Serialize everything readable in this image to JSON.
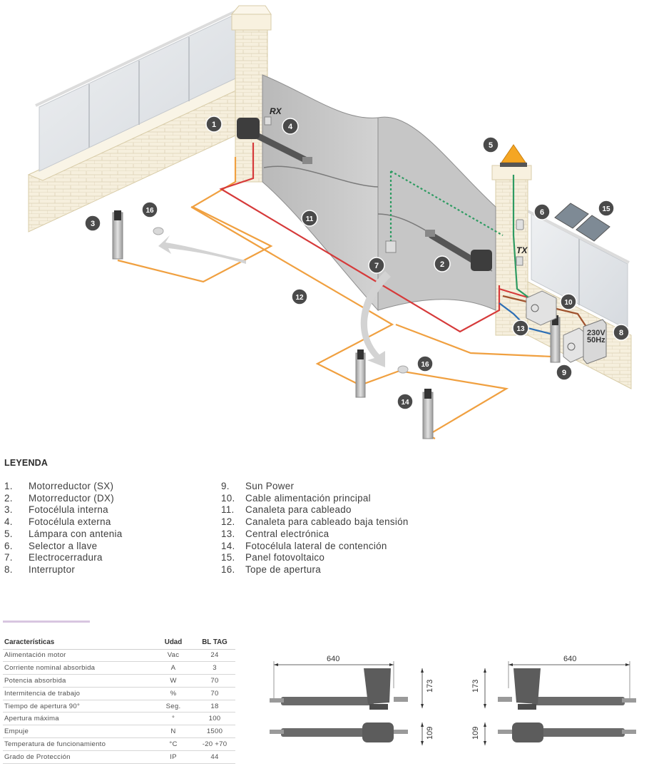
{
  "diagram": {
    "callouts": [
      {
        "num": "1"
      },
      {
        "num": "2"
      },
      {
        "num": "3"
      },
      {
        "num": "4"
      },
      {
        "num": "5"
      },
      {
        "num": "6"
      },
      {
        "num": "7"
      },
      {
        "num": "8"
      },
      {
        "num": "9"
      },
      {
        "num": "10"
      },
      {
        "num": "11"
      },
      {
        "num": "12"
      },
      {
        "num": "13"
      },
      {
        "num": "14"
      },
      {
        "num": "15"
      },
      {
        "num": "16"
      },
      {
        "num": "16"
      }
    ],
    "rx_label": "RX",
    "tx_label": "TX",
    "switch_label_line1": "230V",
    "switch_label_line2": "50Hz",
    "colors": {
      "wire_orange": "#f0a040",
      "wire_red": "#d63a3a",
      "wire_green": "#2e9b62",
      "wire_blue": "#2d6fb5",
      "callout_bg": "#4a4a4a",
      "lamp": "#f5a623",
      "gate": "#c9c9c9",
      "wall": "#f4ecd8"
    },
    "icons": [
      "motor-left-icon",
      "motor-right-icon",
      "photocell-post-icon",
      "lamp-icon",
      "solar-panel-icon",
      "control-box-icon",
      "switch-box-icon"
    ]
  },
  "legend": {
    "title": "LEYENDA",
    "left": [
      {
        "num": "1.",
        "label": "Motorreductor (SX)"
      },
      {
        "num": "2.",
        "label": "Motorreductor (DX)"
      },
      {
        "num": "3.",
        "label": "Fotocélula interna"
      },
      {
        "num": "4.",
        "label": "Fotocélula externa"
      },
      {
        "num": "5.",
        "label": "Lámpara con antenia"
      },
      {
        "num": "6.",
        "label": "Selector a llave"
      },
      {
        "num": "7.",
        "label": "Electrocerradura"
      },
      {
        "num": "8.",
        "label": "Interruptor"
      }
    ],
    "right": [
      {
        "num": "9.",
        "label": "Sun Power"
      },
      {
        "num": "10.",
        "label": "Cable alimentación principal"
      },
      {
        "num": "11.",
        "label": "Canaleta para cableado"
      },
      {
        "num": "12.",
        "label": "Canaleta para cableado baja tensión"
      },
      {
        "num": "13.",
        "label": "Central electrónica"
      },
      {
        "num": "14.",
        "label": "Fotocélula lateral de contención"
      },
      {
        "num": "15.",
        "label": "Panel fotovoltaico"
      },
      {
        "num": "16.",
        "label": "Tope de apertura"
      }
    ]
  },
  "specs": {
    "headers": {
      "name": "Características",
      "unit": "Udad",
      "model": "BL TAG"
    },
    "rows": [
      {
        "name": "Alimentación motor",
        "unit": "Vac",
        "value": "24"
      },
      {
        "name": "Corriente nominal absorbida",
        "unit": "A",
        "value": "3"
      },
      {
        "name": "Potencia absorbida",
        "unit": "W",
        "value": "70"
      },
      {
        "name": "Intermitencia de trabajo",
        "unit": "%",
        "value": "70"
      },
      {
        "name": "Tiempo de apertura 90°",
        "unit": "Seg.",
        "value": "18"
      },
      {
        "name": "Apertura máxima",
        "unit": "°",
        "value": "100"
      },
      {
        "name": "Empuje",
        "unit": "N",
        "value": "1500"
      },
      {
        "name": "Temperatura de funcionamiento",
        "unit": "°C",
        "value": "-20 +70"
      },
      {
        "name": "Grado de Protección",
        "unit": "IP",
        "value": "44"
      }
    ]
  },
  "dimensions": {
    "left": {
      "length": "640",
      "height": "173",
      "width": "109"
    },
    "right": {
      "length": "640",
      "height": "173",
      "width": "109"
    }
  }
}
